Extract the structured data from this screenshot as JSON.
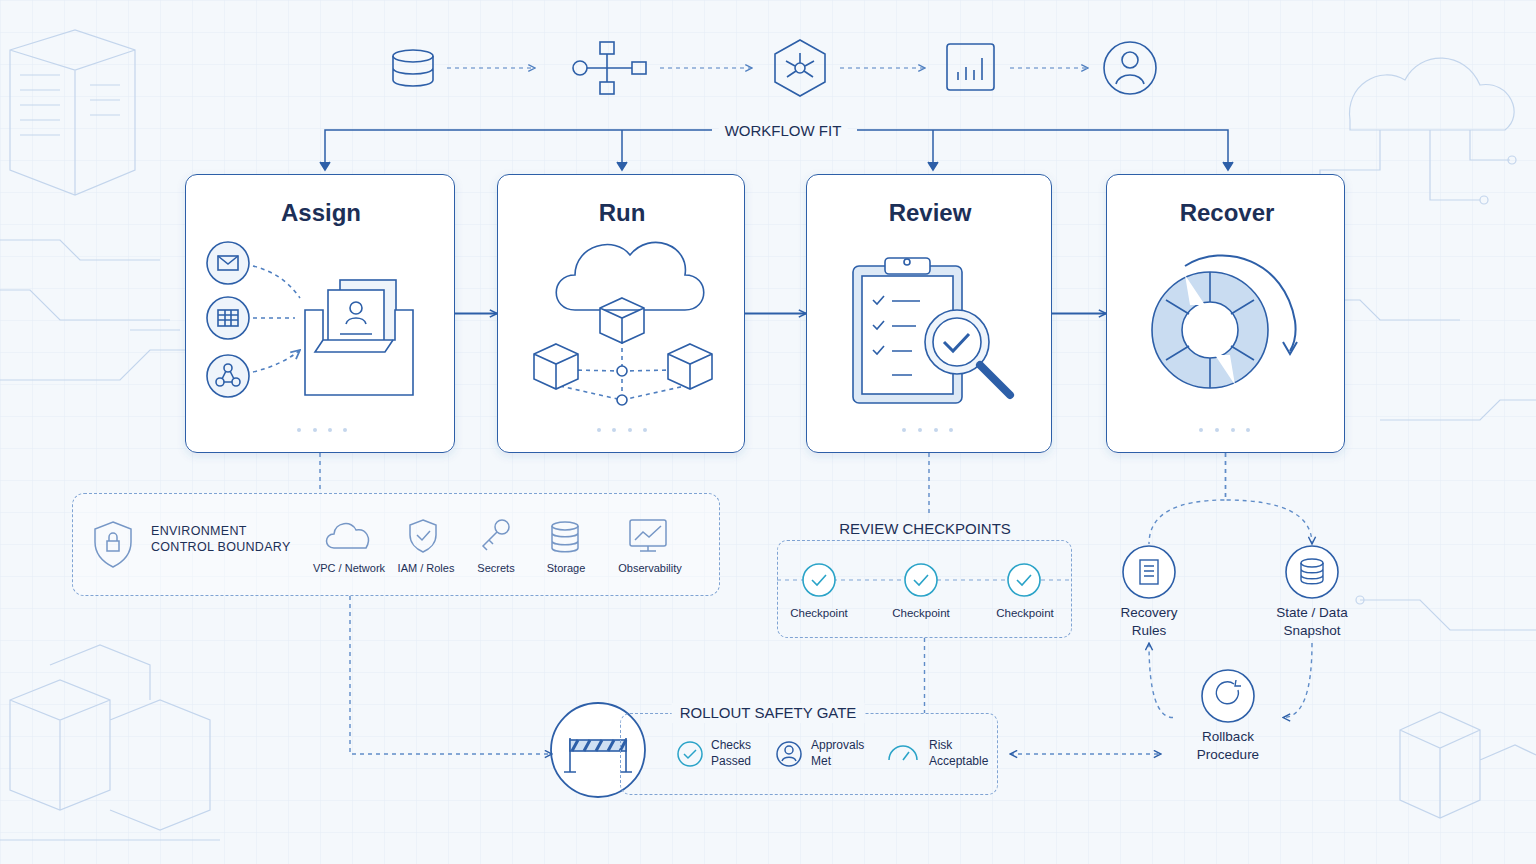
{
  "diagram": {
    "nodes": [
      {
        "text": [
          "Assign"
        ]
      },
      {
        "text": [
          "Run"
        ]
      },
      {
        "text": [
          "Review"
        ]
      },
      {
        "text": [
          "Recover"
        ]
      },
      {
        "text": [
          "ENVIRONMENT CONTROL BOUNDARY",
          "VPC / Network",
          "IAM / Roles",
          "Secrets",
          "Storage",
          "Observability"
        ]
      },
      {
        "text": [
          "REVIEW CHECKPOINTS",
          "Checkpoint",
          "Checkpoint",
          "Checkpoint"
        ]
      },
      {
        "text": [
          "ROLLOUT SAFETY GATE",
          "Checks Passed",
          "Approvals Met",
          "Risk Acceptable"
        ]
      },
      {
        "text": [
          "Recovery Rules"
        ]
      },
      {
        "text": [
          "State / Data Snapshot"
        ]
      },
      {
        "text": [
          "Rollback Procedure"
        ]
      }
    ],
    "edges": [
      {
        "from": 0,
        "to": 1,
        "arrow": "to"
      },
      {
        "from": 1,
        "to": 2,
        "arrow": "to"
      },
      {
        "from": 2,
        "to": 3,
        "arrow": "to"
      },
      {
        "from": 0,
        "to": 4,
        "arrow": "none"
      },
      {
        "from": 2,
        "to": 5,
        "arrow": "none"
      },
      {
        "from": 3,
        "to": 7,
        "arrow": "none"
      },
      {
        "from": 3,
        "to": 8,
        "arrow": "to"
      },
      {
        "from": 4,
        "to": 6,
        "arrow": "to"
      },
      {
        "from": 5,
        "to": 6,
        "arrow": "none"
      },
      {
        "from": 6,
        "to": 9,
        "arrow": "both"
      },
      {
        "from": 8,
        "to": 9,
        "arrow": "to"
      },
      {
        "from": 9,
        "to": 7,
        "arrow": "to"
      }
    ],
    "labels": [
      "WORKFLOW FIT"
    ]
  }
}
